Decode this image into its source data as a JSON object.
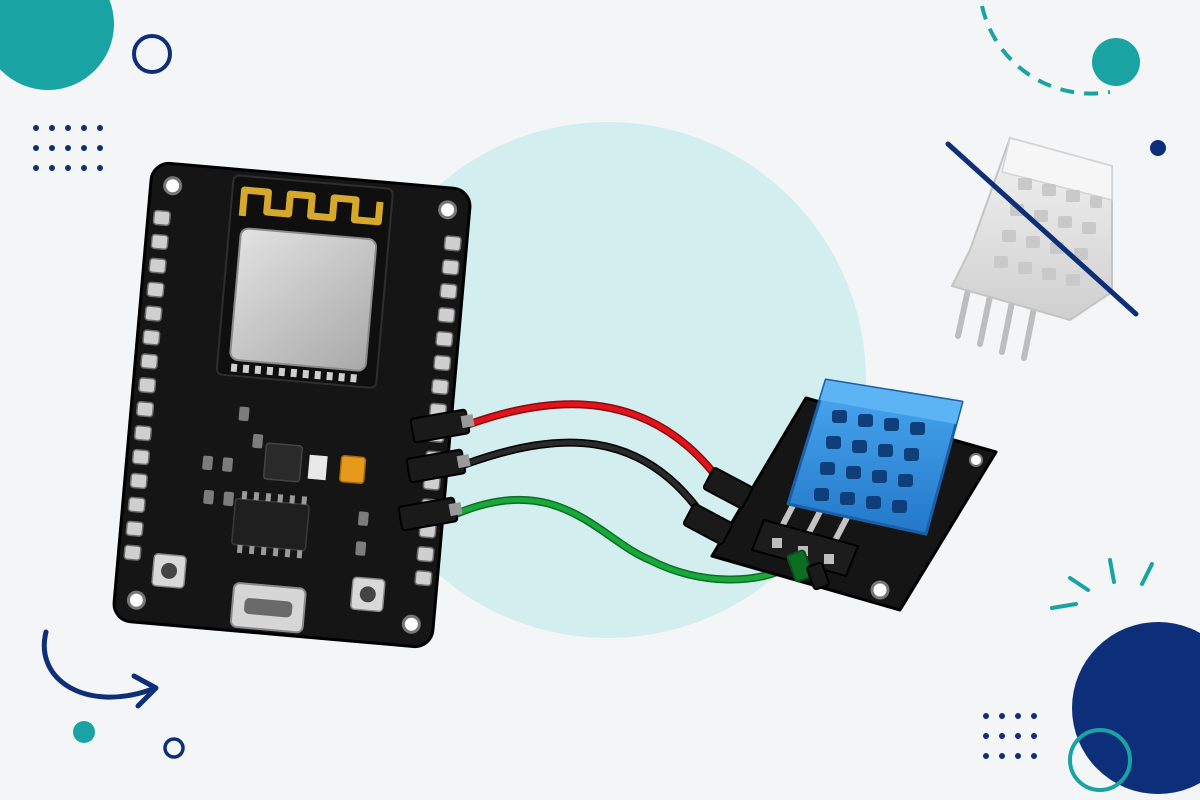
{
  "illustration": {
    "subject": "esp8266-nodemcu-dht11-wiring",
    "background_color": "#f4f5f6",
    "accent_teal": "#1aa3a3",
    "accent_navy": "#0d2f7a",
    "backdrop_circle_color": "#d3eeef"
  },
  "devices": {
    "microcontroller": {
      "icon": "nodemcu-board-icon",
      "pcb_color": "#151515",
      "antenna_color": "#d6a92e",
      "shield_color": "#c9c9c9"
    },
    "sensor_module": {
      "icon": "dht11-module-icon",
      "housing_color": "#2f8fe0",
      "pcb_color": "#151515"
    },
    "crossed_out_sensor": {
      "icon": "dht22-sensor-crossed-icon",
      "housing_color": "#e6e6e6",
      "strike_color": "#0d2f7a"
    }
  },
  "wires": [
    {
      "role": "vcc",
      "color": "#e0141b"
    },
    {
      "role": "gnd",
      "color": "#1a1a1a"
    },
    {
      "role": "data",
      "color": "#19a83a"
    }
  ]
}
